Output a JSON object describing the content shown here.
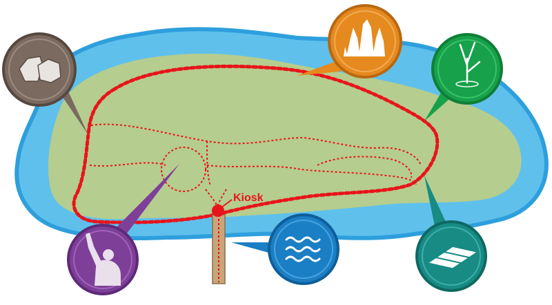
{
  "map": {
    "kiosk_label": "Kiosk",
    "colors": {
      "water": "#5fc0ec",
      "water_edge": "#2e9fdc",
      "land": "#b5cd8e",
      "trail": "#e8141b"
    },
    "markers": [
      {
        "name": "rocks-marker",
        "icon": "rocks-icon",
        "color": "#7a6a60"
      },
      {
        "name": "stalagmites-marker",
        "icon": "stalagmites-icon",
        "color": "#e58a1f"
      },
      {
        "name": "wetland-plant-marker",
        "icon": "wetland-plant-icon",
        "color": "#17a14a"
      },
      {
        "name": "person-marker",
        "icon": "person-waving-icon",
        "color": "#7e3f98"
      },
      {
        "name": "water-marker",
        "icon": "water-waves-icon",
        "color": "#1a7fc4"
      },
      {
        "name": "boardwalk-marker",
        "icon": "boardwalk-icon",
        "color": "#178b84"
      }
    ]
  }
}
